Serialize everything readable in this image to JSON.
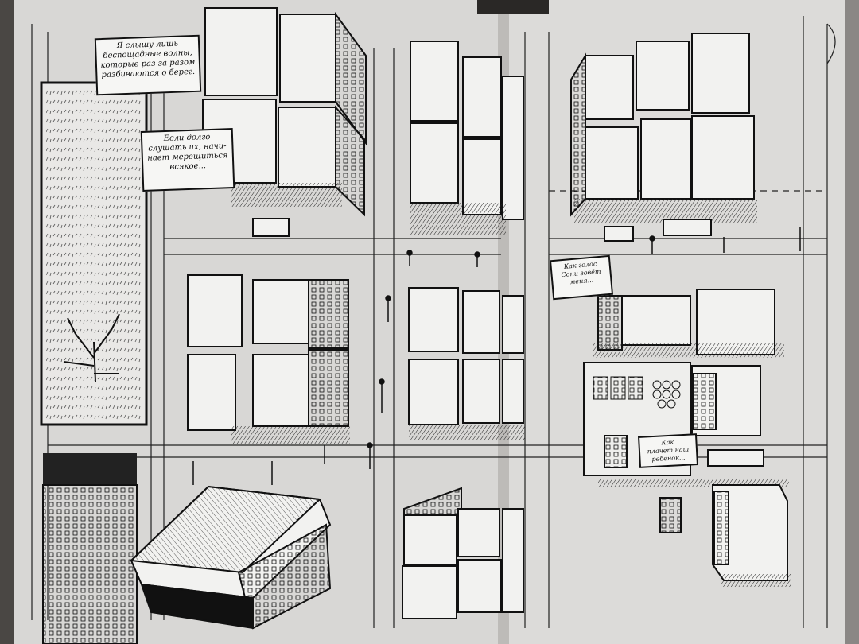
{
  "captions": [
    "Я слышу лишь\nбеспощадные волны,\nкоторые раз за разом\nразбиваются о берег.",
    "Если долго\nслушать их, начи-\nнает мерещиться\nвсякое...",
    "Как голос\nСони зовёт\nменя...",
    "Как\nплачет наш\nребёнок..."
  ],
  "colors": {
    "paper": "#d9d8d6",
    "ink": "#111111",
    "spine": "#3a3836"
  }
}
